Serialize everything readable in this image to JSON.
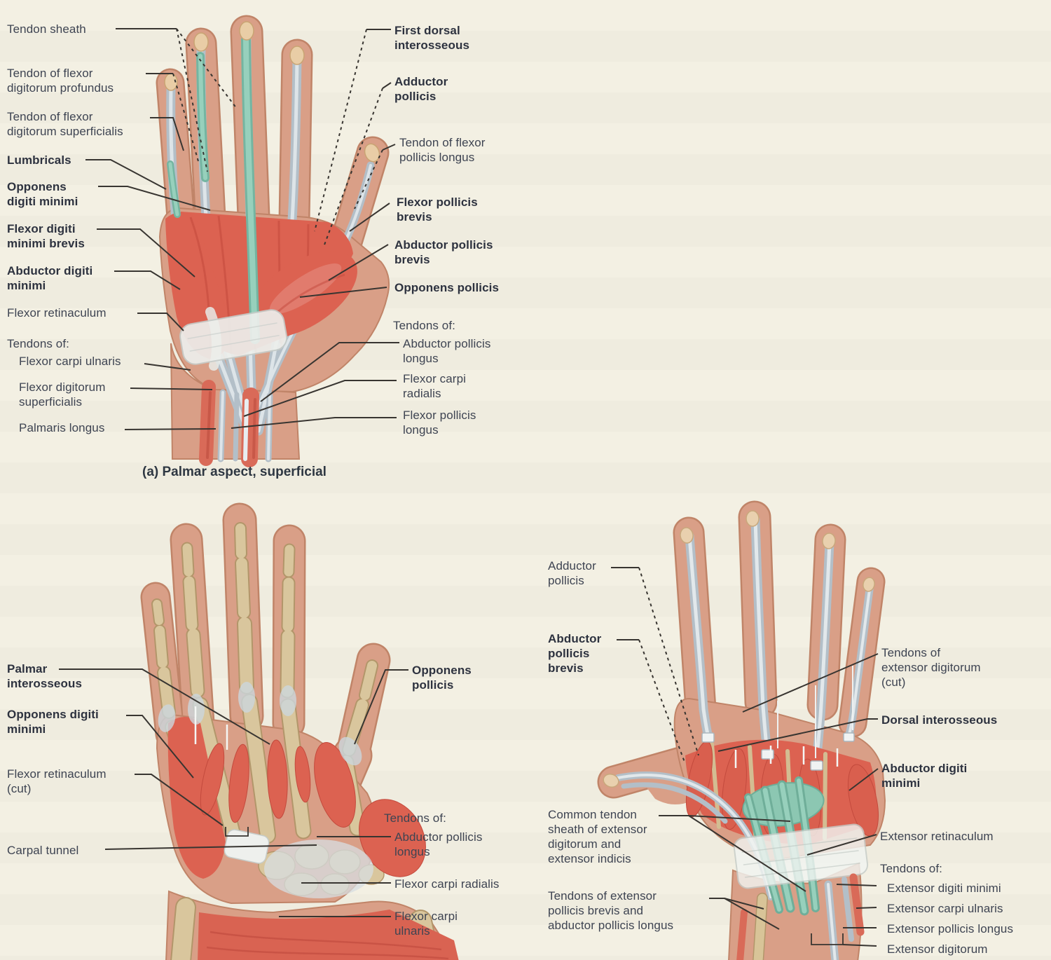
{
  "page": {
    "background": "#f1eee1",
    "label_color": "#3e4452",
    "bold_label_color": "#2d323f",
    "leader_line_color": "#383531"
  },
  "palette": {
    "skin": "#d99f87",
    "skin_outline": "#c08468",
    "muscle_red": "#dc6251",
    "muscle_red_dark": "#c34a3d",
    "tendon_gray": "#b3bfc8",
    "tendon_core": "#dde4e8",
    "sheath_teal": "#8cc7b2",
    "bone_tan": "#d9c69d",
    "retinaculum_white": "#edefec"
  },
  "figures": {
    "a": {
      "caption": "(a)  Palmar aspect, superficial",
      "left": [
        {
          "text": "Tendon sheath",
          "bold": false
        },
        {
          "text": "Tendon of flexor\ndigitorum profundus",
          "bold": false
        },
        {
          "text": "Tendon of flexor\ndigitorum superficialis",
          "bold": false
        },
        {
          "text": "Lumbricals",
          "bold": true
        },
        {
          "text": "Opponens\ndigiti minimi",
          "bold": true
        },
        {
          "text": "Flexor digiti\nminimi brevis",
          "bold": true
        },
        {
          "text": "Abductor digiti\nminimi",
          "bold": true
        },
        {
          "text": "Flexor retinaculum",
          "bold": false
        },
        {
          "text": "Tendons of:",
          "bold": false
        },
        {
          "text": "Flexor carpi ulnaris",
          "bold": false
        },
        {
          "text": "Flexor digitorum\nsuperficialis",
          "bold": false
        },
        {
          "text": "Palmaris longus",
          "bold": false
        }
      ],
      "right": [
        {
          "text": "First dorsal\ninterosseous",
          "bold": true
        },
        {
          "text": "Adductor\npollicis",
          "bold": true
        },
        {
          "text": "Tendon of flexor\npollicis longus",
          "bold": false
        },
        {
          "text": "Flexor pollicis\nbrevis",
          "bold": true
        },
        {
          "text": "Abductor pollicis\nbrevis",
          "bold": true
        },
        {
          "text": "Opponens pollicis",
          "bold": true
        },
        {
          "text": "Tendons of:",
          "bold": false
        },
        {
          "text": "Abductor pollicis\nlongus",
          "bold": false
        },
        {
          "text": "Flexor carpi\nradialis",
          "bold": false
        },
        {
          "text": "Flexor pollicis\nlongus",
          "bold": false
        }
      ]
    },
    "b": {
      "left": [
        {
          "text": "Palmar\ninterosseous",
          "bold": true
        },
        {
          "text": "Opponens digiti\nminimi",
          "bold": true
        },
        {
          "text": "Flexor retinaculum\n(cut)",
          "bold": false
        },
        {
          "text": "Carpal tunnel",
          "bold": false
        }
      ],
      "right": [
        {
          "text": "Opponens\npollicis",
          "bold": true
        },
        {
          "text": "Tendons of:",
          "bold": false
        },
        {
          "text": "Abductor pollicis\nlongus",
          "bold": false
        },
        {
          "text": "Flexor carpi radialis",
          "bold": false
        },
        {
          "text": "Flexor carpi\nulnaris",
          "bold": false
        }
      ]
    },
    "c": {
      "left": [
        {
          "text": "Adductor\npollicis",
          "bold": false
        },
        {
          "text": "Abductor\npollicis\nbrevis",
          "bold": true
        },
        {
          "text": "Common tendon\nsheath of extensor\ndigitorum and\nextensor indicis",
          "bold": false
        },
        {
          "text": "Tendons of extensor\npollicis brevis and\nabductor pollicis longus",
          "bold": false
        }
      ],
      "right": [
        {
          "text": "Tendons of\nextensor digitorum\n(cut)",
          "bold": false
        },
        {
          "text": "Dorsal interosseous",
          "bold": true
        },
        {
          "text": "Abductor digiti\nminimi",
          "bold": true
        },
        {
          "text": "Extensor retinaculum",
          "bold": false
        },
        {
          "text": "Tendons of:",
          "bold": false
        },
        {
          "text": "Extensor digiti minimi",
          "bold": false
        },
        {
          "text": "Extensor carpi ulnaris",
          "bold": false
        },
        {
          "text": "Extensor pollicis longus",
          "bold": false
        },
        {
          "text": "Extensor digitorum",
          "bold": false
        }
      ]
    }
  }
}
